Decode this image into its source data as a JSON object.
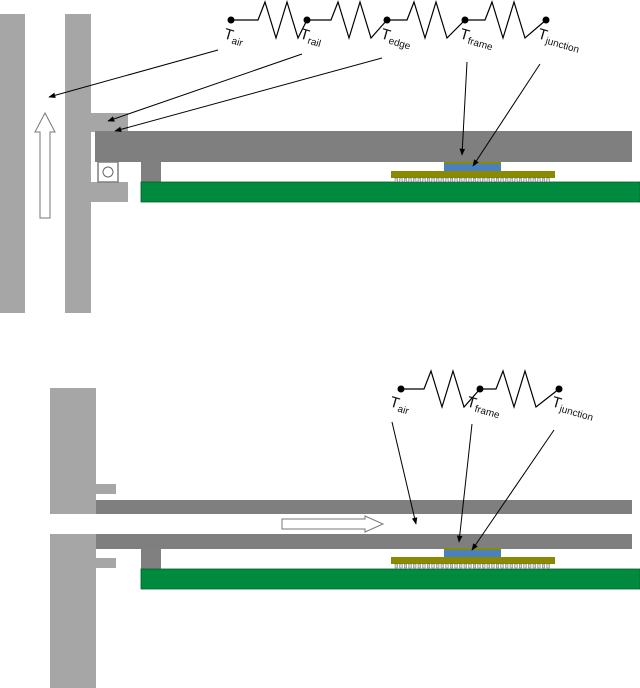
{
  "colors": {
    "wall_light": "#a6a6a6",
    "wall_mid": "#999999",
    "rail_dark": "#7f7f7f",
    "standoff": "#808080",
    "pcb_green": "#008a3e",
    "pcb_border": "#00602a",
    "substrate": "#8a8a00",
    "die": "#4a7fc0",
    "bump": "#d8d8d8"
  },
  "top_diagram": {
    "labels": [
      {
        "main": "T",
        "sub": "air"
      },
      {
        "main": "T",
        "sub": "rail"
      },
      {
        "main": "T",
        "sub": "edge"
      },
      {
        "main": "T",
        "sub": "frame"
      },
      {
        "main": "T",
        "sub": "junction"
      }
    ]
  },
  "bottom_diagram": {
    "labels": [
      {
        "main": "T",
        "sub": "air"
      },
      {
        "main": "T",
        "sub": "frame"
      },
      {
        "main": "T",
        "sub": "junction"
      }
    ]
  }
}
